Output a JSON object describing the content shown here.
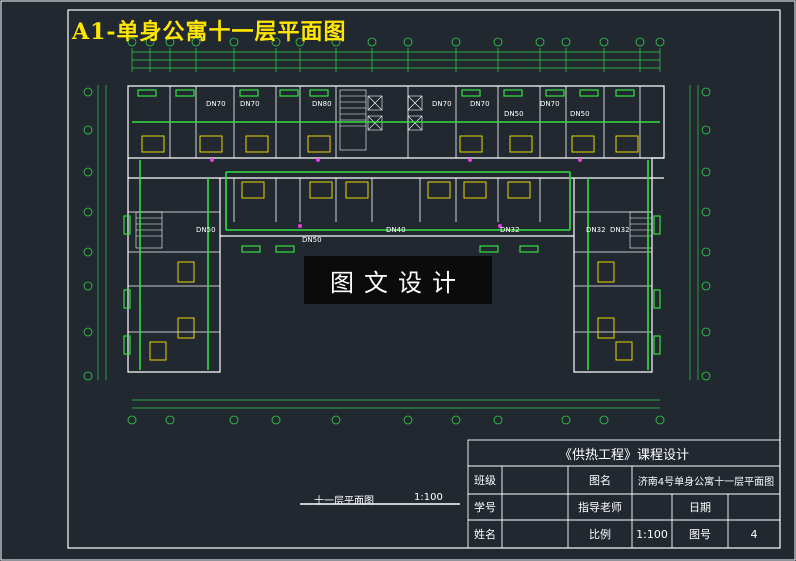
{
  "drawing": {
    "title": "A1-单身公寓十一层平面图",
    "watermark": "图文设计",
    "scale_caption": "十一层平面图",
    "scale_ratio": "1:100"
  },
  "pipe_labels": [
    "DN70",
    "DN70",
    "DN80",
    "DN70",
    "DN70",
    "DN50",
    "DN50",
    "DN70",
    "DN50",
    "DN40",
    "DN32",
    "DN50",
    "DN32",
    "DN32"
  ],
  "title_block": {
    "course_title": "《供热工程》课程设计",
    "class_label": "班级",
    "drawing_name_label": "图名",
    "drawing_name": "济南4号单身公寓十一层平面图",
    "student_id_label": "学号",
    "advisor_label": "指导老师",
    "date_label": "日期",
    "name_label": "姓名",
    "scale_label": "比例",
    "scale_value": "1:100",
    "drawing_no_label": "图号",
    "drawing_no": "4"
  }
}
